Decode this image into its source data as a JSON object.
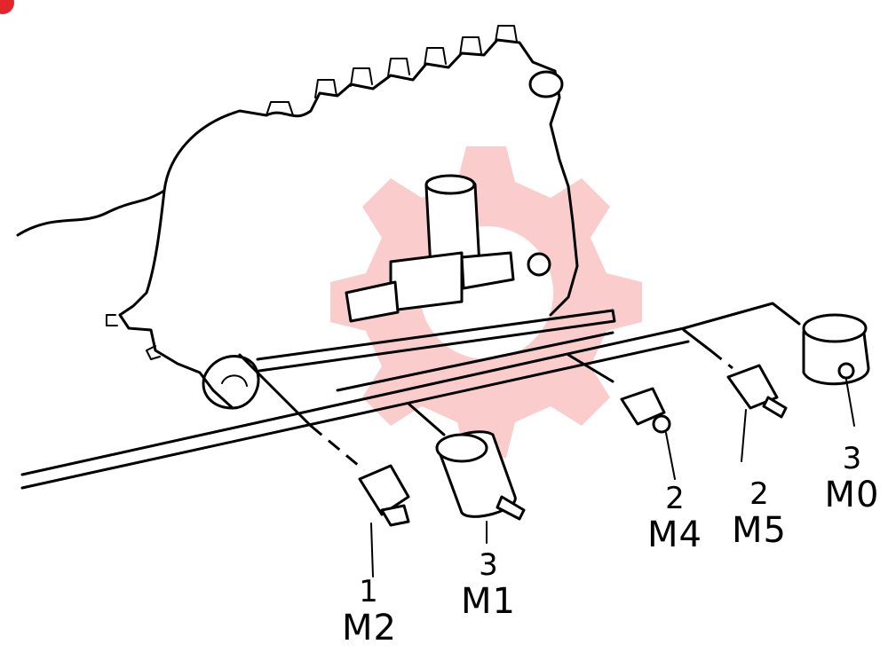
{
  "callouts": [
    {
      "id": "M2",
      "number": "1",
      "code": "M2"
    },
    {
      "id": "M1",
      "number": "3",
      "code": "M1"
    },
    {
      "id": "M4",
      "number": "2",
      "code": "M4"
    },
    {
      "id": "M5",
      "number": "2",
      "code": "M5"
    },
    {
      "id": "M0",
      "number": "3",
      "code": "M0"
    }
  ],
  "watermark": {
    "brand_color": "#f5a3a3",
    "icon": "gear-watermark-icon"
  },
  "colors": {
    "line": "#000000",
    "badge": "#e3262b"
  }
}
